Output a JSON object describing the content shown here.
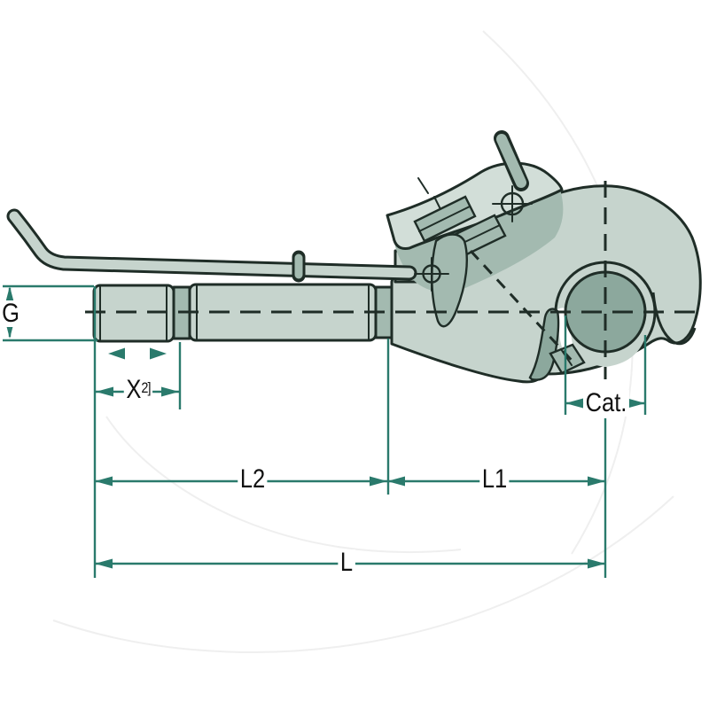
{
  "diagram": {
    "type": "technical-drawing",
    "subject": "top-link quick hitch hook with threaded rod",
    "labels": {
      "g": "G",
      "x": "X",
      "x_footnote": "2]",
      "cat": "Cat.",
      "l2": "L2",
      "l1": "L1",
      "l": "L"
    },
    "colors": {
      "bg": "#ffffff",
      "outline": "#1f2d27",
      "light": "#c6d4cd",
      "lighter": "#d2ded8",
      "med": "#a3bab0",
      "dark": "#8ca89d",
      "dim": "#2a7a6c",
      "text": "#111111"
    }
  }
}
